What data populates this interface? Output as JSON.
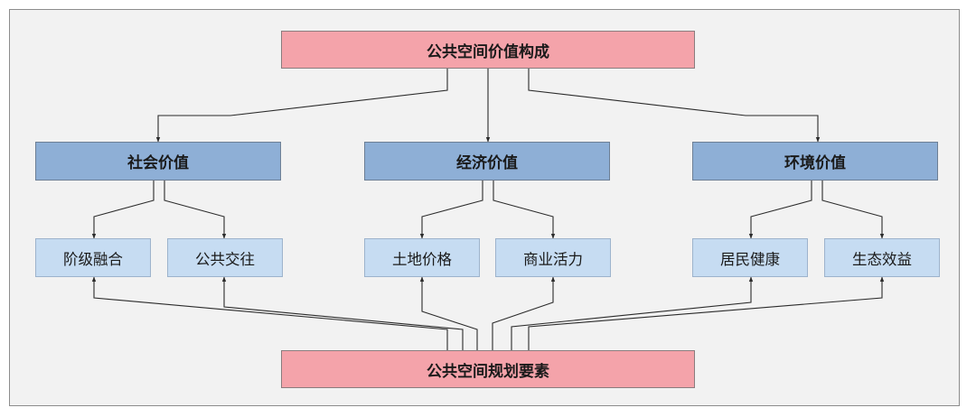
{
  "top": {
    "label": "公共空间价值构成"
  },
  "bottom": {
    "label": "公共空间规划要素"
  },
  "categories": [
    {
      "label": "社会价值",
      "items": [
        {
          "label": "阶级融合"
        },
        {
          "label": "公共交往"
        }
      ]
    },
    {
      "label": "经济价值",
      "items": [
        {
          "label": "土地价格"
        },
        {
          "label": "商业活力"
        }
      ]
    },
    {
      "label": "环境价值",
      "items": [
        {
          "label": "居民健康"
        },
        {
          "label": "生态效益"
        }
      ]
    }
  ],
  "colors": {
    "top_box": "#f4a3aa",
    "category_box": "#8eafd6",
    "item_box": "#c6dcf2",
    "connector": "#2b2b2b"
  }
}
